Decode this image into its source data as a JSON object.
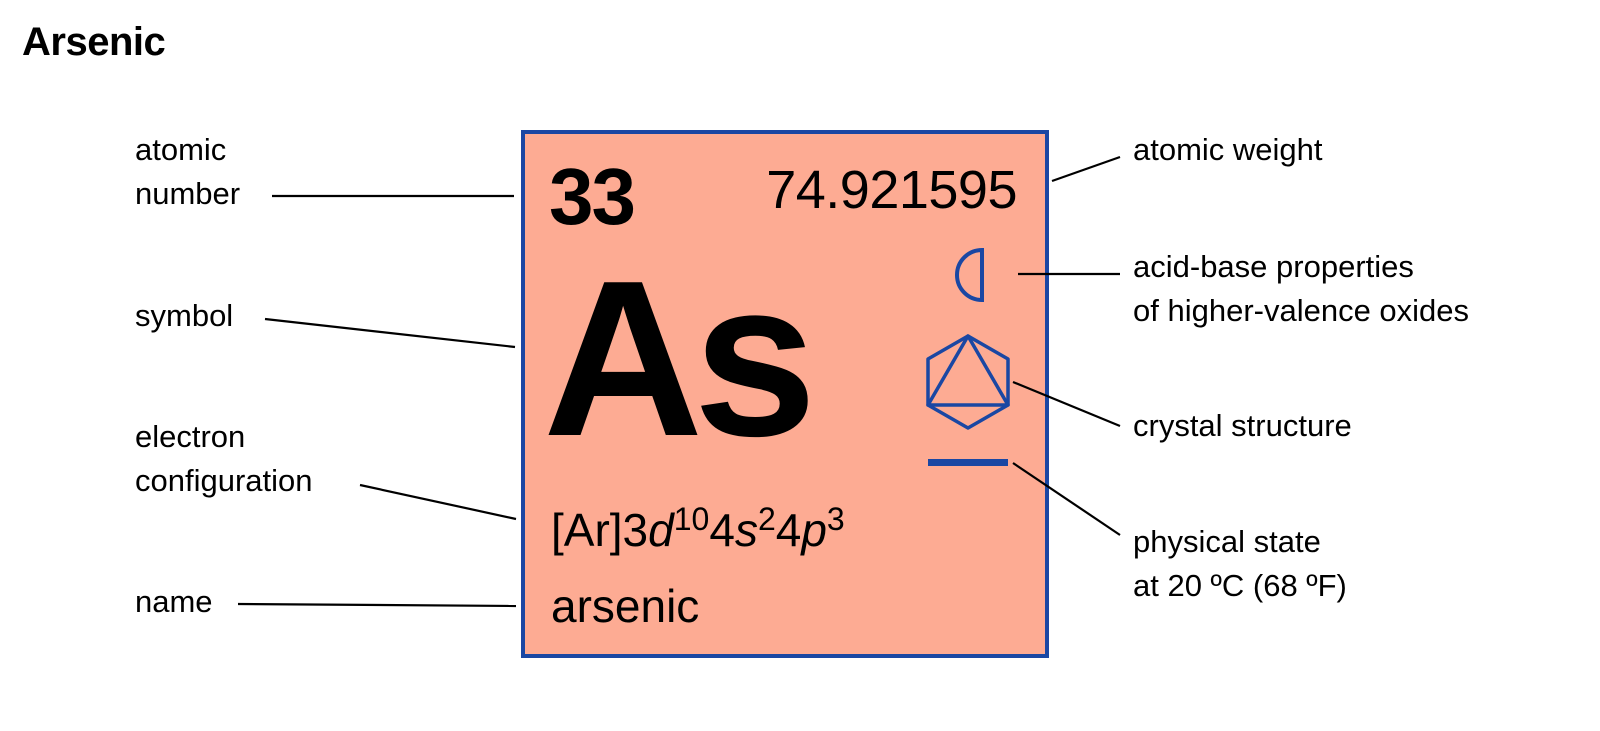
{
  "title": "Arsenic",
  "element": {
    "atomic_number": "33",
    "atomic_weight": "74.921595",
    "symbol": "As",
    "config": {
      "core": "[Ar]3",
      "orbital1": "d",
      "exp1": "10",
      "n2": "4",
      "orbital2": "s",
      "exp2": "2",
      "n3": "4",
      "orbital3": "p",
      "exp3": "3"
    },
    "name": "arsenic"
  },
  "labels": {
    "atomic_number": [
      "atomic",
      "number"
    ],
    "symbol": "symbol",
    "electron_configuration": [
      "electron",
      "configuration"
    ],
    "name": "name",
    "atomic_weight": "atomic weight",
    "acid_base": [
      "acid-base properties",
      "of higher-valence oxides"
    ],
    "crystal_structure": "crystal structure",
    "physical_state": [
      "physical state",
      "at 20 ºC (68 ºF)"
    ]
  },
  "icons": {
    "acid_base": "half-circle-amphoteric-icon",
    "crystal_structure": "hexagon-triangle-rhombohedral-icon",
    "physical_state": "solid-bar-icon"
  },
  "colors": {
    "card_fill": "#fdab93",
    "card_border": "#1a47a3",
    "icon_color": "#1a47a3"
  }
}
